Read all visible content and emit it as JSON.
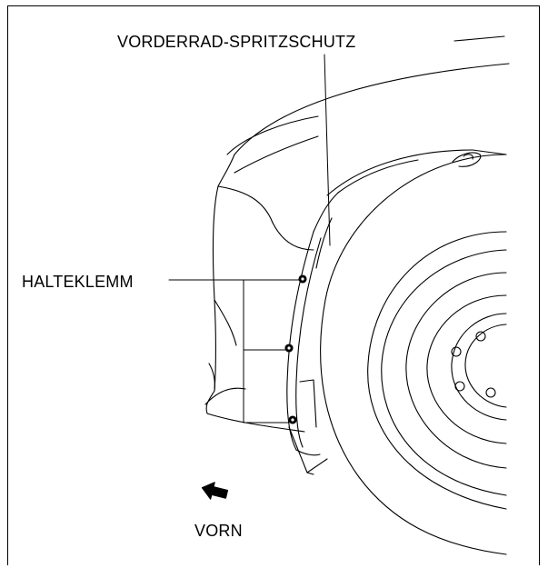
{
  "diagram": {
    "labels": {
      "splash_guard": "VORDERRAD-SPRITZSCHUTZ",
      "clip": "HALTEKLEMM",
      "front": "VORN"
    },
    "line_color": "#000000",
    "background_color": "#ffffff",
    "icons": {
      "front_direction": "arrow-left-icon"
    }
  }
}
